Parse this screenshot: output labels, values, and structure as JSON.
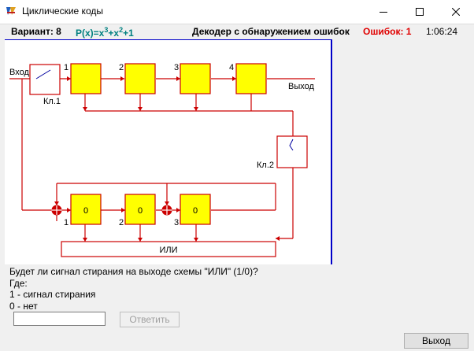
{
  "window": {
    "title": "Циклические коды",
    "minimize_icon": "minimize-icon",
    "maximize_icon": "maximize-icon",
    "close_icon": "close-icon"
  },
  "status": {
    "variant": "Вариант: 8",
    "polynomial_base": "P(x)=x",
    "poly_exp1": "3",
    "poly_mid": "+x",
    "poly_exp2": "2",
    "poly_end": "+1",
    "mode": "Декодер с обнаружением ошибок",
    "errors": "Ошибок: 1",
    "time": "1:06:24"
  },
  "diagram": {
    "input_label": "Вход",
    "output_label": "Выход",
    "key1_label": "Кл.1",
    "key2_label": "Кл.2",
    "top_register_numbers": [
      "1",
      "2",
      "3",
      "4"
    ],
    "bottom_register_values": [
      "0",
      "0",
      "0"
    ],
    "bottom_register_numbers": [
      "1",
      "2",
      "3"
    ],
    "or_gate_label": "ИЛИ",
    "colors": {
      "wire": "#cc0000",
      "cell_fill": "#ffff00",
      "cell_border": "#cc0000",
      "frame": "#0000c8"
    }
  },
  "question": {
    "text": "Будет ли сигнал стирания на выходе схемы \"ИЛИ\" (1/0)?",
    "where": "Где:",
    "option1": "1 - сигнал стирания",
    "option0": "0 - нет"
  },
  "answer": {
    "value": "",
    "button": "Ответить"
  },
  "exit_button": "Выход"
}
